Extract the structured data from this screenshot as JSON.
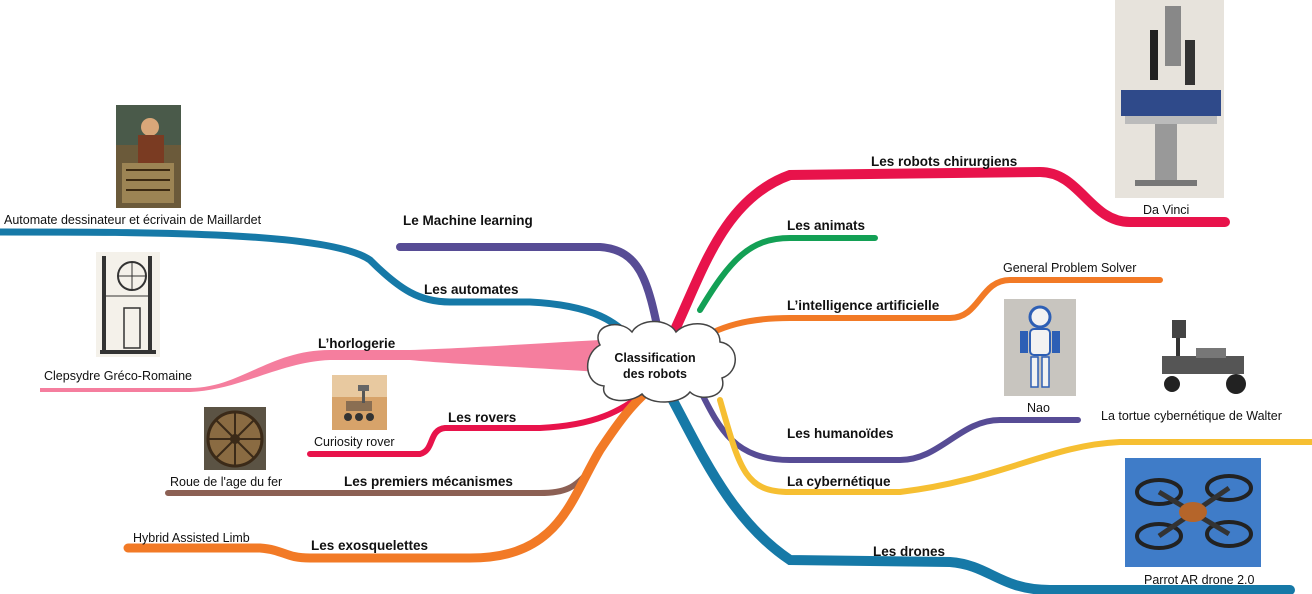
{
  "center": {
    "line1": "Classification",
    "line2": "des robots"
  },
  "branches": {
    "machine_learning": "Le Machine learning",
    "automates": "Les automates",
    "horlogerie": "L’horlogerie",
    "rovers": "Les rovers",
    "premiers_mecanismes": "Les premiers mécanismes",
    "exosquelettes": "Les exosquelettes",
    "robots_chirurgiens": "Les robots chirurgiens",
    "animats": "Les animats",
    "intelligence_artificielle": "L’intelligence artificielle",
    "humanoides": "Les humanoïdes",
    "cybernetique": "La cybernétique",
    "drones": "Les drones"
  },
  "leaves": {
    "maillardet": "Automate dessinateur et écrivain de Maillardet",
    "clepsydre": "Clepsydre Gréco-Romaine",
    "curiosity": "Curiosity rover",
    "roue": "Roue de l'age du fer",
    "hal": "Hybrid Assisted Limb",
    "da_vinci": "Da Vinci",
    "gps": "General Problem Solver",
    "nao": "Nao",
    "tortue": "La tortue cybernétique de Walter",
    "parrot": "Parrot AR drone 2.0"
  },
  "colors": {
    "purple": "#574c95",
    "blue": "#1679a7",
    "pink": "#f57e9e",
    "red": "#e8134b",
    "brown": "#8c6054",
    "orange": "#f27a26",
    "green": "#13a055",
    "yellow": "#f6bf32"
  }
}
